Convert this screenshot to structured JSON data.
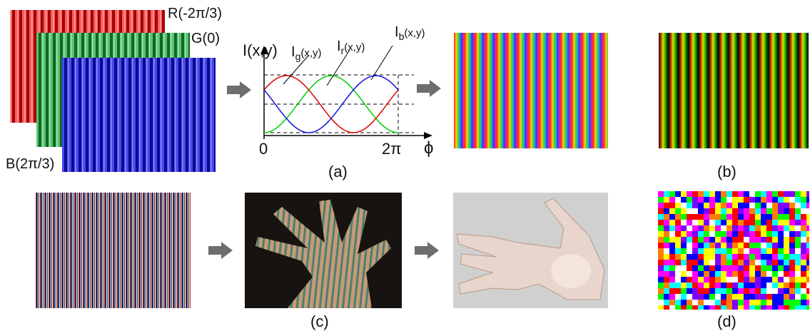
{
  "colors": {
    "red": "#e02020",
    "green": "#2f9e4f",
    "blue": "#2a2ad6",
    "curve_red": "#e00000",
    "curve_green": "#00d000",
    "curve_blue": "#1010e0",
    "arrow": "#6e6e6e",
    "hand_background": "#d0d0d0"
  },
  "phase_layers": {
    "red_label": "R(-2π/3)",
    "green_label": "G(0)",
    "blue_label": "B(2π/3)"
  },
  "intensity_plot": {
    "y_axis_label": "I(x,y)",
    "x_axis_label": "ϕ",
    "x_tick_start": "0",
    "x_tick_end": "2π",
    "green_curve_label": "I",
    "green_curve_sub": "g",
    "green_curve_args": "(x,y)",
    "red_curve_label": "I",
    "red_curve_sub": "r",
    "red_curve_args": "(x,y)",
    "blue_curve_label": "I",
    "blue_curve_sub": "b",
    "blue_curve_args": "(x,y)"
  },
  "panel_labels": {
    "a": "(a)",
    "b": "(b)",
    "c": "(c)",
    "d": "(d)"
  },
  "icons": {
    "arrow": "right-arrow-icon"
  }
}
